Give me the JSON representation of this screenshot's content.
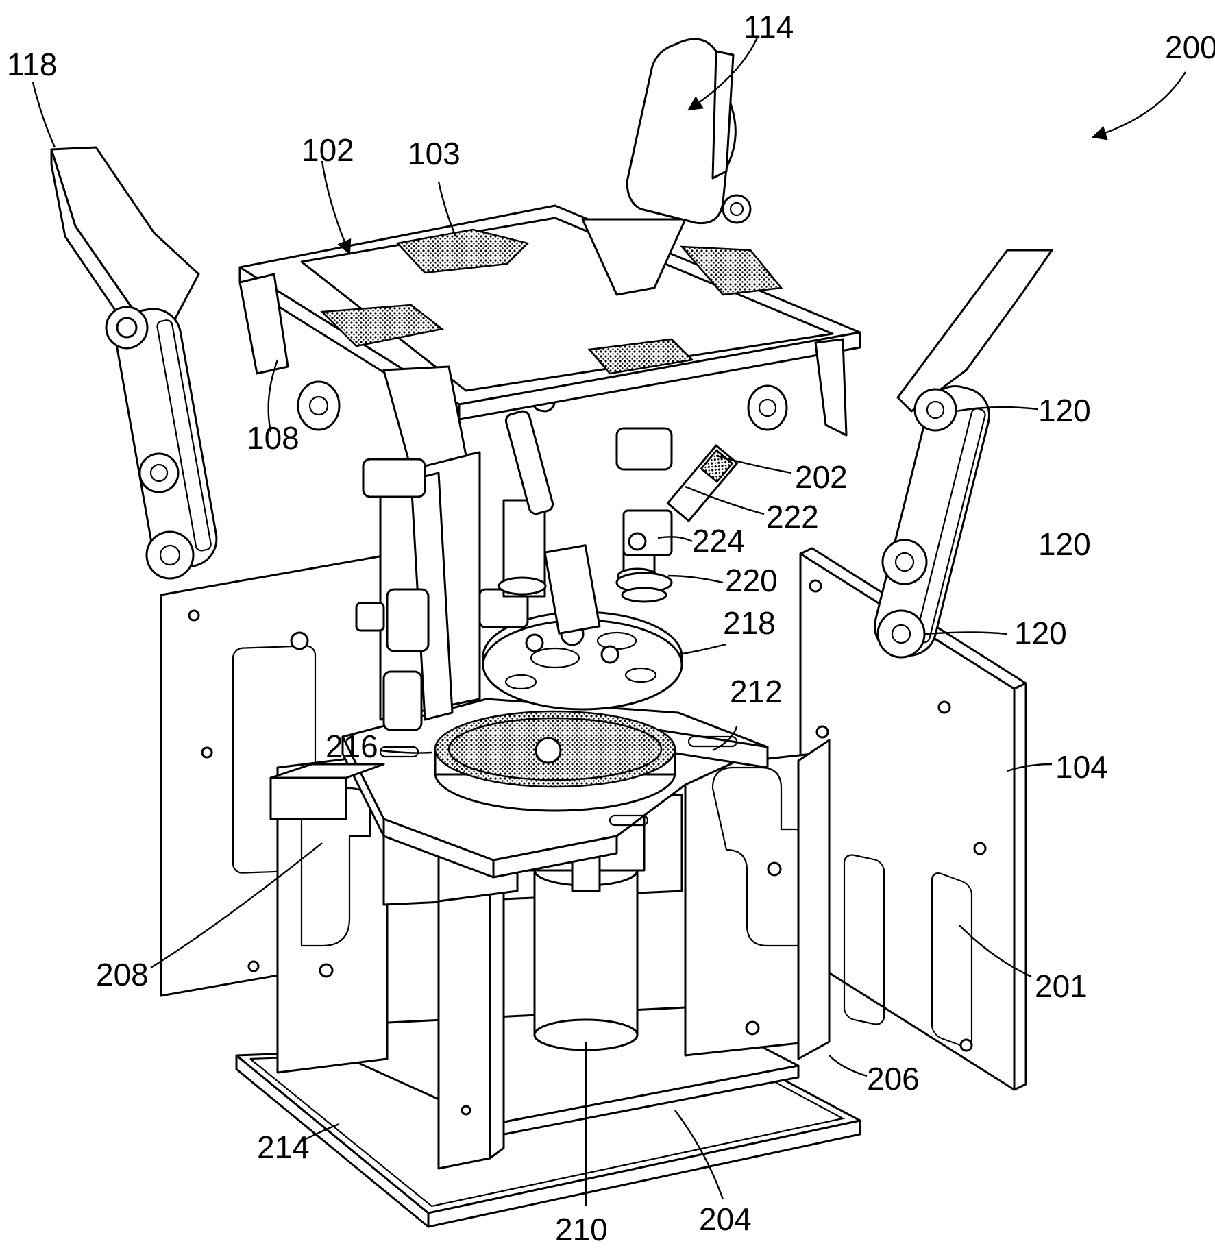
{
  "figure": {
    "reference_labels": {
      "r200": "200",
      "r118": "118",
      "r114": "114",
      "r102": "102",
      "r103": "103",
      "r108": "108",
      "r120a": "120",
      "r120b": "120",
      "r120c": "120",
      "r202": "202",
      "r222": "222",
      "r224": "224",
      "r220": "220",
      "r218": "218",
      "r212": "212",
      "r216": "216",
      "r104": "104",
      "r208": "208",
      "r201": "201",
      "r206": "206",
      "r214": "214",
      "r210": "210",
      "r204": "204"
    }
  }
}
